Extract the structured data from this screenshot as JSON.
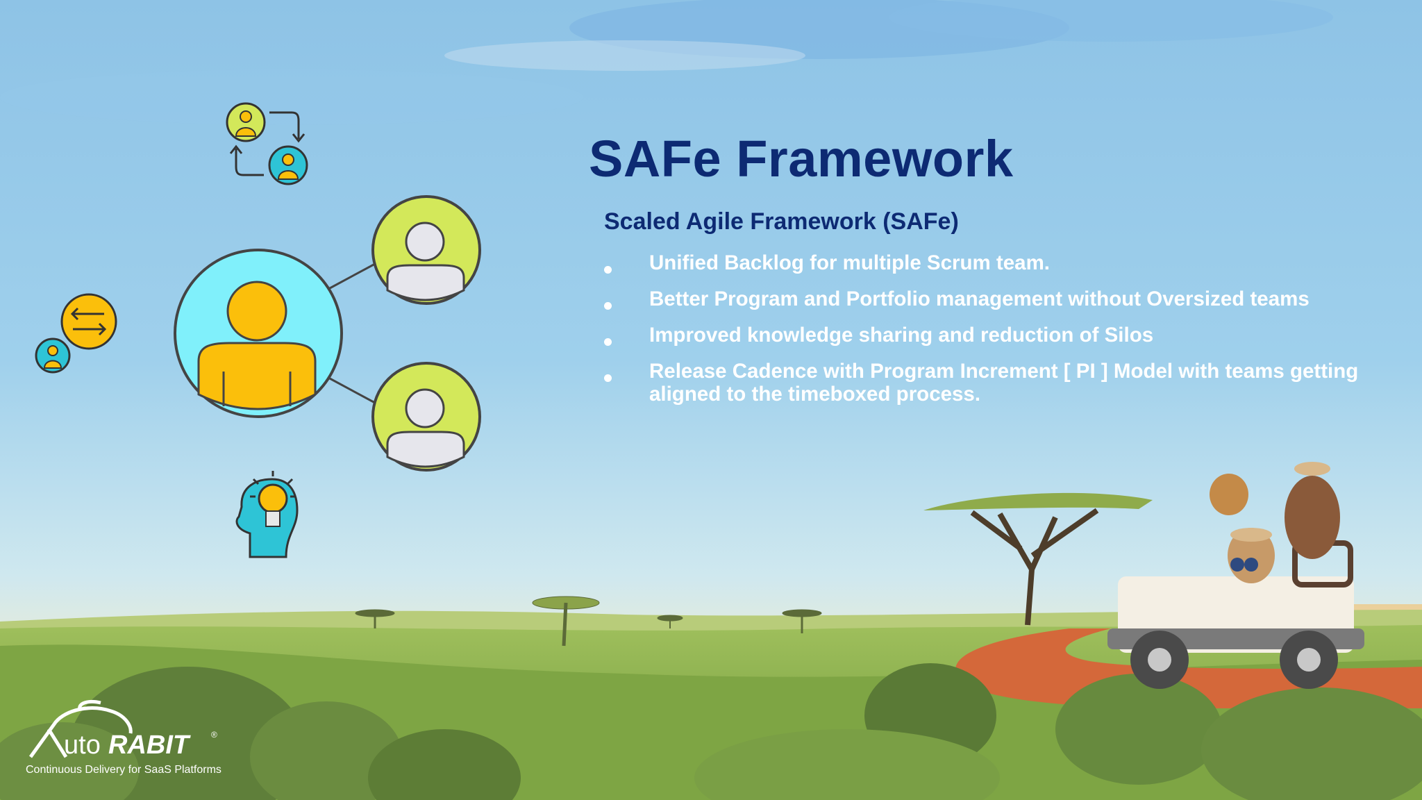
{
  "slide": {
    "title": "SAFe Framework",
    "subtitle": "Scaled Agile Framework (SAFe)",
    "bullets": [
      "Unified Backlog for multiple Scrum team.",
      "Better Program and Portfolio management without Oversized teams",
      "Improved knowledge sharing and reduction of Silos",
      "Release Cadence with Program Increment [ PI ] Model with teams getting aligned to the timeboxed process."
    ]
  },
  "brand": {
    "logo_text_light": "uto",
    "logo_text_bold": "RABIT",
    "registered_mark": "®",
    "tagline": "Continuous Delivery for SaaS Platforms"
  },
  "icons": [
    "team-swap-icon",
    "exchange-bubble-icon",
    "team-lead-icon",
    "team-member-icon",
    "idea-head-icon",
    "rabbit-logo-icon"
  ],
  "colors": {
    "title": "#0d2a73",
    "bullet_text": "#ffffff",
    "person_cyan": "#80f0fb",
    "person_yellow": "#fbbf0b",
    "person_lime": "#d3e85a",
    "sky_top": "#8ec3e6",
    "grass": "#7faa47"
  }
}
